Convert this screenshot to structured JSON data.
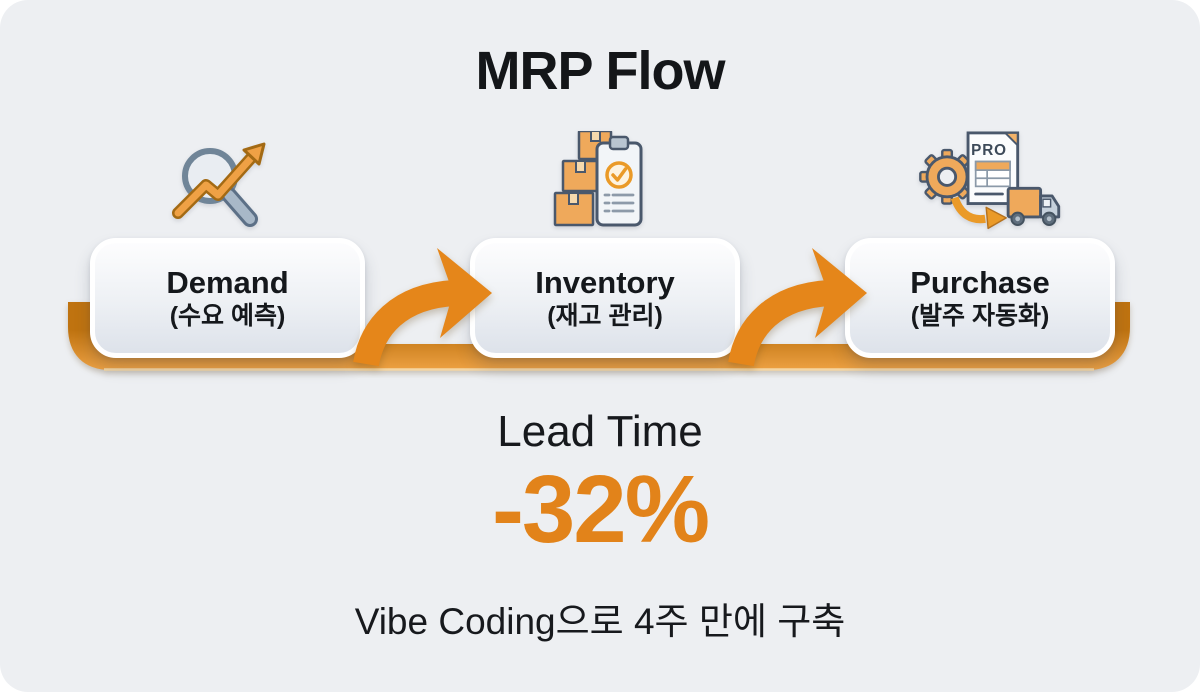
{
  "page": {
    "title": "MRP Flow",
    "steps": [
      {
        "label": "Demand",
        "sublabel": "(수요 예측)",
        "icon": "demand-forecast-icon"
      },
      {
        "label": "Inventory",
        "sublabel": "(재고 관리)",
        "icon": "inventory-stock-icon"
      },
      {
        "label": "Purchase",
        "sublabel": "(발주 자동화)",
        "icon": "purchase-automation-icon"
      }
    ],
    "purchase_doc_label": "PRO",
    "metric": {
      "label": "Lead Time",
      "value": "-32%"
    },
    "footnote": "Vibe Coding으로 4주 만에 구축",
    "colors": {
      "accent_orange": "#E5861A",
      "band_gradient_top": "#BF7310",
      "band_gradient_bottom": "#EDA143",
      "card_background": "#EDEFF2",
      "text_dark": "#17191D"
    }
  }
}
